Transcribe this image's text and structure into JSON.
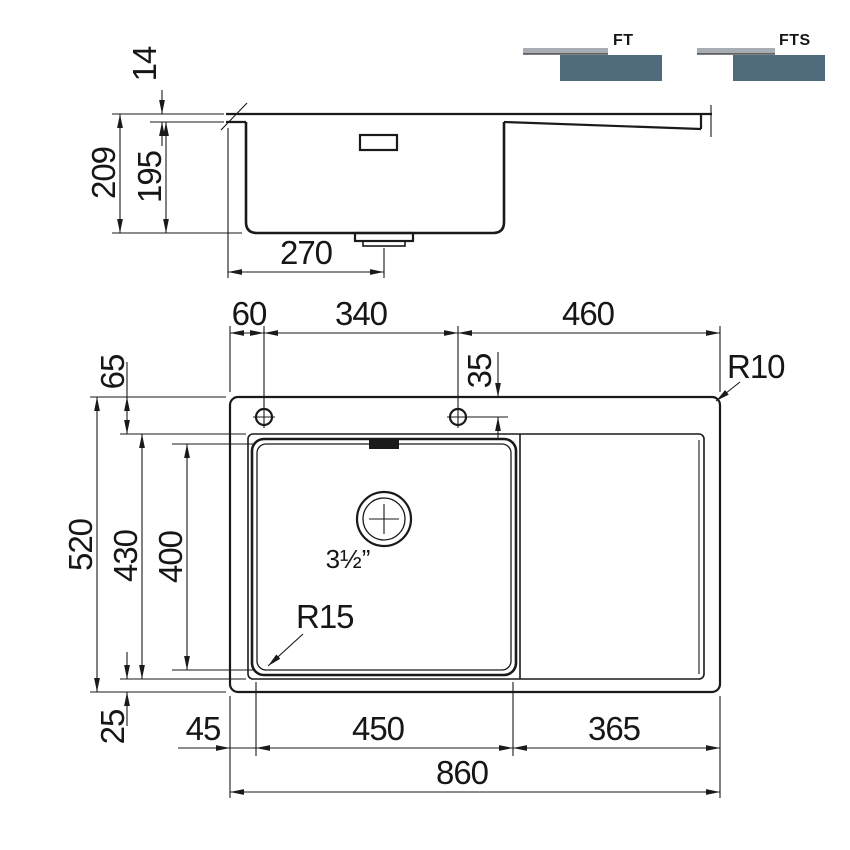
{
  "side_view": {
    "rim_thickness": "14",
    "total_depth": "209",
    "bowl_depth": "195",
    "drain_offset": "270"
  },
  "mounting": {
    "ft": "FT",
    "fts": "FTS"
  },
  "plan_view": {
    "edge_to_hole1": "60",
    "hole_spacing": "340",
    "hole2_to_edge": "460",
    "hole_inset": "35",
    "top_inset": "65",
    "overall_depth": "520",
    "recess_depth": "430",
    "bowl_inner_depth": "400",
    "bottom_inset": "25",
    "left_inset": "45",
    "bowl_width": "450",
    "drainboard_width": "365",
    "overall_width": "860",
    "outer_corner_radius": "R10",
    "bowl_corner_radius": "R15",
    "drain_size": "3½”"
  },
  "colors": {
    "counter_fill": "#4f6b7c",
    "flange_fill": "#a7adb2"
  }
}
